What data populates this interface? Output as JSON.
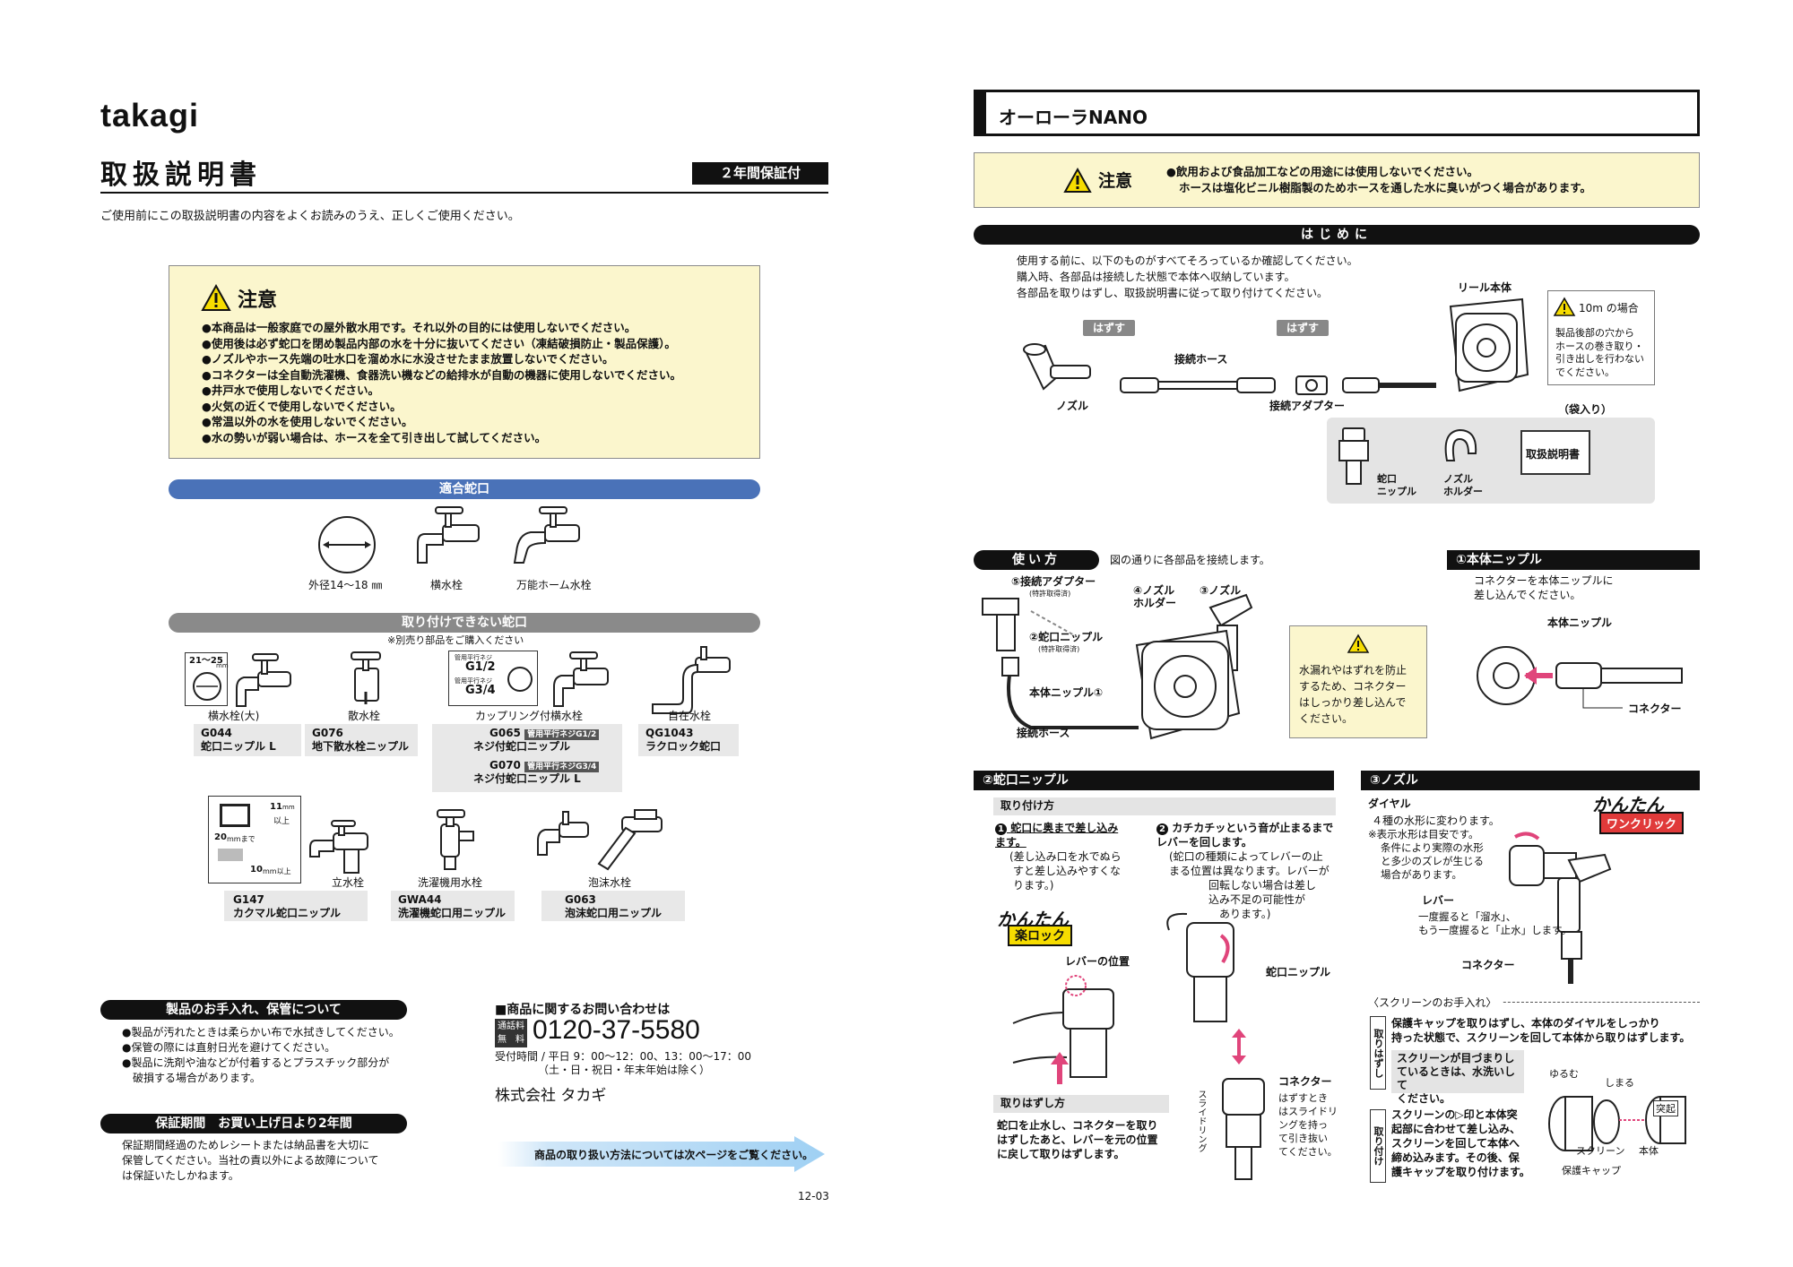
{
  "left": {
    "brand": "takagi",
    "title": "取扱説明書",
    "warranty_badge": "２年間保証付",
    "intro": "ご使用前にこの取扱説明書の内容をよくお読みのうえ、正しくご使用ください。",
    "caution": {
      "heading": "注意",
      "items": [
        "●本商品は一般家庭での屋外散水用です。それ以外の目的には使用しないでください。",
        "●使用後は必ず蛇口を閉め製品内部の水を十分に抜いてください（凍結破損防止・製品保護）。",
        "●ノズルやホース先端の吐水口を溜め水に水没させたまま放置しないでください。",
        "●コネクターは全自動洗濯機、食器洗い機などの給排水が自動の機器に使用しないでください。",
        "●井戸水で使用しないでください。",
        "●火気の近くで使用しないでください。",
        "●常温以外の水を使用しないでください。",
        "●水の勢いが弱い場合は、ホースを全て引き出して試してください。"
      ]
    },
    "compatible": {
      "header": "適合蛇口",
      "items": [
        "外径14～18 ㎜",
        "横水栓",
        "万能ホーム水栓"
      ]
    },
    "incompatible": {
      "header": "取り付けできない蛇口",
      "note": "※別売り部品をご購入ください",
      "size_label": "21～25",
      "size_unit": "mm",
      "pipe_label1": "管用平行ネジ",
      "pipe_g12": "G1/2",
      "pipe_label2": "管用平行ネジ",
      "pipe_g34": "G3/4",
      "faucets": [
        "横水栓(大)",
        "散水栓",
        "カップリング付横水栓",
        "自在水栓"
      ],
      "codes": [
        {
          "code": "G044",
          "name": "蛇口ニップル L"
        },
        {
          "code": "G076",
          "name": "地下散水栓ニップル"
        },
        {
          "code": "G065",
          "tag": "管用平行ネジG1/2",
          "name": "ネジ付蛇口ニップル"
        },
        {
          "code": "G070",
          "tag": "管用平行ネジG3/4",
          "name": "ネジ付蛇口ニップル L"
        },
        {
          "code": "QG1043",
          "name": "ラクロック蛇口"
        }
      ],
      "dim_11": "11",
      "dim_11_unit": "mm",
      "dim_above": "以上",
      "dim_20": "20",
      "dim_20_unit": "mmまで",
      "dim_10": "10",
      "dim_10_unit": "mm以上",
      "faucets2": [
        "立水栓",
        "洗濯機用水栓",
        "泡沫水栓"
      ],
      "codes2": [
        {
          "code": "G147",
          "name": "カクマル蛇口ニップル"
        },
        {
          "code": "GWA44",
          "name": "洗濯機蛇口用ニップル"
        },
        {
          "code": "G063",
          "name": "泡沫蛇口用ニップル"
        }
      ]
    },
    "care": {
      "header": "製品のお手入れ、保管について",
      "items": [
        "●製品が汚れたときは柔らかい布で水拭きしてください。",
        "●保管の際には直射日光を避けてください。",
        "●製品に洗剤や油などが付着するとプラスチック部分が",
        "　破損する場合があります。"
      ]
    },
    "warranty": {
      "header": "保証期間　お買い上げ日より2年間",
      "lines": [
        "保証期間経過のためレシートまたは納品書を大切に",
        "保管してください。当社の責以外による故障について",
        "は保証いたしかねます。"
      ]
    },
    "contact": {
      "heading": "■商品に関するお問い合わせは",
      "free_label1": "通話料",
      "free_label2": "無　料",
      "phone": "0120-37-5580",
      "hours": "受付時間 / 平日 9：00～12：00、13：00～17：00",
      "holidays": "（土・日・祝日・年末年始は除く）",
      "company": "株式会社 タカギ"
    },
    "next_page": "商品の取り扱い方法については次ページをご覧ください。",
    "doc_number": "12-03"
  },
  "right": {
    "product_name": "オーローラNANO",
    "caution": {
      "heading": "注意",
      "line1": "●飲用および食品加工などの用途には使用しないでください。",
      "line2": "ホースは塩化ビニル樹脂製のためホースを通した水に臭いがつく場合があります。"
    },
    "intro": {
      "header": "はじめに",
      "lines": [
        "使用する前に、以下のものがすべてそろっているか確認してください。",
        "購入時、各部品は接続した状態で本体へ収納しています。",
        "各部品を取りはずし、取扱説明書に従って取り付けてください。"
      ],
      "reel_label": "リール本体",
      "remove1": "はずす",
      "remove2": "はずす",
      "hose_label": "接続ホース",
      "nozzle_label": "ノズル",
      "adapter_label": "接続アダプター",
      "warn_title": "10m の場合",
      "warn_lines": [
        "製品後部の穴から",
        "ホースの巻き取り・",
        "引き出しを行わない",
        "でください。"
      ],
      "bagged": "（袋入り）",
      "nipple_label": "蛇口\nニップル",
      "holder_label": "ノズル\nホルダー",
      "manual_label": "取扱説明書"
    },
    "usage": {
      "header": "使い方",
      "desc": "図の通りに各部品を接続します。",
      "labels": {
        "adapter": "⑤接続アダプター",
        "adapter_sub": "(特許取得済)",
        "holder": "④ノズル\nホルダー",
        "nozzle": "③ノズル",
        "nipple": "②蛇口ニップル",
        "nipple_sub": "(特許取得済)",
        "body_nipple": "本体ニップル①",
        "hose": "接続ホース"
      },
      "warn": [
        "水漏れやはずれを防止",
        "するため、コネクター",
        "はしっかり差し込んで",
        "ください。"
      ]
    },
    "body_nipple": {
      "header": "①本体ニップル",
      "desc1": "コネクターを本体ニップルに",
      "desc2": "差し込んでください。",
      "nipple_label": "本体ニップル",
      "connector_label": "コネクター"
    },
    "faucet_nipple": {
      "header": "②蛇口ニップル",
      "attach": "取り付け方",
      "step1_title": "蛇口に奥まで差し込みます。",
      "step1_body": [
        "(差し込み口を水でぬら",
        "すと差し込みやすくな",
        "ります。)"
      ],
      "step2_title": "カチカチッという音が止まるまでレバーを回します。",
      "step2_body": [
        "(蛇口の種類によってレバーの止",
        "まる位置は異なります。レバーが",
        "回転しない場合は差し",
        "込み不足の可能性が",
        "あります。)"
      ],
      "kantan": "かんたん",
      "rakulock": "楽ロック",
      "lever_pos": "レバーの位置",
      "nipple_label": "蛇口ニップル",
      "remove": "取りはずし方",
      "remove_body": [
        "蛇口を止水し、コネクターを取り",
        "はずしたあと、レバーを元の位置",
        "に戻して取りはずします。"
      ],
      "connector": "コネクター",
      "connector_body": [
        "はずすとき",
        "はスライドリ",
        "ングを持っ",
        "て引き抜い",
        "てください。"
      ],
      "slide_ring": "スライドリング"
    },
    "nozzle": {
      "header": "③ノズル",
      "dial": "ダイヤル",
      "dial_body": "４種の水形に変わります。",
      "note": [
        "※表示水形は目安です。",
        "条件により実際の水形",
        "と多少のズレが生じる",
        "場合があります。"
      ],
      "kantan": "かんたん",
      "oneclick": "ワンクリック",
      "lever": "レバー",
      "lever_body": [
        "一度握ると「溜水」、",
        "もう一度握ると「止水」します。"
      ],
      "connector": "コネクター",
      "screen_title": "〈スクリーンのお手入れ〉",
      "remove_tab": "取りはずし",
      "attach_tab": "取り付け",
      "screen_remove": [
        "保護キャップを取りはずし、本体のダイヤルをしっかり",
        "持った状態で、スクリーンを回して本体から取りはずします。"
      ],
      "screen_clog": [
        "スクリーンが目づまりし",
        "ているときは、水洗いして",
        "ください。"
      ],
      "screen_attach": [
        "スクリーンの▷印と本体突",
        "起部に合わせて差し込み、",
        "スクリーンを回して本体へ",
        "締め込みます。その後、保",
        "護キャップを取り付けます。"
      ],
      "loosen": "ゆるむ",
      "tighten": "しまる",
      "protrusion": "突起",
      "screen": "スクリーン",
      "body": "本体",
      "cap": "保護キャップ"
    }
  }
}
